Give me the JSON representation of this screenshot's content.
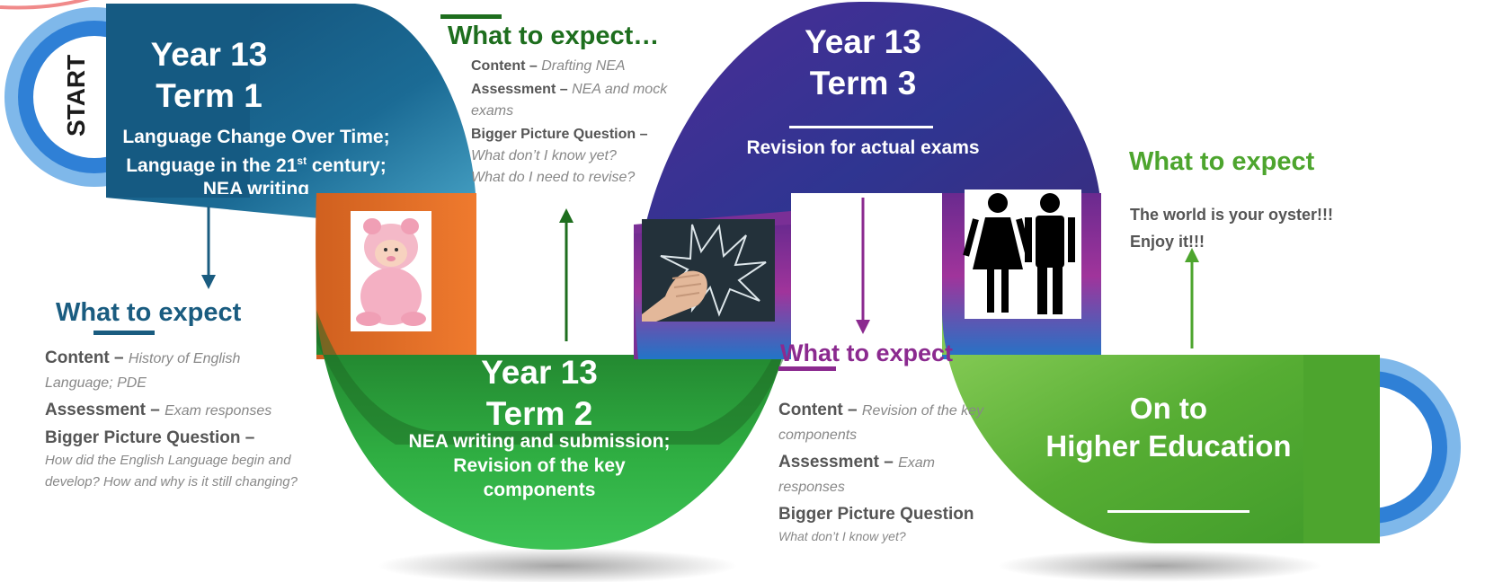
{
  "start": {
    "label": "START"
  },
  "term1": {
    "title_line1": "Year 13",
    "title_line2": "Term 1",
    "topic_line1": "Language Change Over Time;",
    "topic_line2_pre": "Language in the 21",
    "topic_line2_sup": "st",
    "topic_line2_post": " century;",
    "topic_line3": "NEA writing"
  },
  "term2": {
    "title_line1": "Year 13",
    "title_line2": "Term 2",
    "topic_line1": "NEA writing and submission;",
    "topic_line2": "Revision of the key",
    "topic_line3": "components"
  },
  "term3": {
    "title_line1": "Year 13",
    "title_line2": "Term 3",
    "topic": "Revision for actual exams"
  },
  "higher_ed": {
    "line1": "On to",
    "line2": "Higher Education"
  },
  "expect1": {
    "heading": "What to expect",
    "content_label": "Content –",
    "content_text": "History of English Language; PDE",
    "assessment_label": "Assessment –",
    "assessment_text": "Exam responses",
    "bigger_label": "Bigger Picture Question –",
    "bigger_text": "How did the English Language begin and develop? How and why is it still changing?"
  },
  "expect2": {
    "heading": "What to expect…",
    "content_label": "Content –",
    "content_text": "Drafting NEA",
    "assessment_label": "Assessment –",
    "assessment_text": "NEA and mock exams",
    "bigger_label": "Bigger Picture Question –",
    "bigger_text_1": "What don’t I know yet?",
    "bigger_text_2": "What do I need to revise?"
  },
  "expect3": {
    "heading": "What to expect",
    "content_label": "Content –",
    "content_text": "Revision of the key components",
    "assessment_label": "Assessment –",
    "assessment_text": "Exam responses",
    "bigger_label": "Bigger Picture Question",
    "bigger_text": "What don’t I know yet?"
  },
  "expect4": {
    "heading": "What to expect",
    "line1": "The world is your oyster!!!",
    "line2": "Enjoy it!!!"
  },
  "colors": {
    "term1_blue": "#155a82",
    "term2_green": "#2e9b3a",
    "term3_purple": "#3b2f8f",
    "higher_green": "#5aa832",
    "ring_blue": "#2f80d6",
    "expect1_heading": "#1a5c80",
    "expect2_heading": "#1e6e1e",
    "expect3_heading": "#8b2a8f",
    "expect4_heading": "#4da52e"
  },
  "icons": [
    "start-ring-icon",
    "arrow-down-icon",
    "arrow-up-icon",
    "baby-photo",
    "fist-photo",
    "couple-icon"
  ]
}
